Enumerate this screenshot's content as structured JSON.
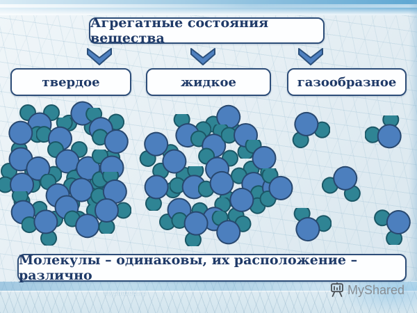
{
  "slide": {
    "title": "Агрегатные состояния вещества",
    "states": [
      {
        "label": "твердое"
      },
      {
        "label": "жидкое"
      },
      {
        "label": "газообразное"
      }
    ],
    "conclusion": "Молекулы – одинаковы, их расположение – различно",
    "footer": {
      "watermark_url": "myshared.ru",
      "brand": "MyShared"
    }
  },
  "colors": {
    "box_border": "#2d4d78",
    "text": "#1f3a68",
    "arrow_fill": "#4f81c0",
    "arrow_stroke": "#2b4f7a",
    "molecule_big_fill": "#4c7fbe",
    "molecule_big_stroke": "#28486f",
    "molecule_small_fill": "#2f8494",
    "molecule_small_stroke": "#1b5766",
    "brand_text": "#878d93"
  },
  "molecules": {
    "solid": [
      [
        57,
        176,
        180
      ],
      [
        118,
        170,
        10
      ],
      [
        33,
        197,
        -40
      ],
      [
        84,
        197,
        150
      ],
      [
        147,
        183,
        200
      ],
      [
        163,
        208,
        60
      ],
      [
        30,
        236,
        0
      ],
      [
        97,
        229,
        180
      ],
      [
        57,
        249,
        -25
      ],
      [
        126,
        249,
        10
      ],
      [
        156,
        243,
        90
      ],
      [
        28,
        271,
        45
      ],
      [
        84,
        278,
        190
      ],
      [
        118,
        280,
        -10
      ],
      [
        161,
        275,
        120
      ],
      [
        36,
        303,
        215
      ],
      [
        96,
        305,
        0
      ],
      [
        63,
        325,
        35
      ],
      [
        124,
        322,
        160
      ],
      [
        157,
        308,
        -45
      ]
    ],
    "liquid": [
      [
        327,
        175,
        20
      ],
      [
        272,
        192,
        205
      ],
      [
        226,
        214,
        -15
      ],
      [
        306,
        207,
        160
      ],
      [
        350,
        200,
        45
      ],
      [
        375,
        229,
        95
      ],
      [
        250,
        239,
        10
      ],
      [
        313,
        240,
        185
      ],
      [
        228,
        275,
        -35
      ],
      [
        276,
        267,
        140
      ],
      [
        317,
        270,
        25
      ],
      [
        360,
        268,
        75
      ],
      [
        390,
        270,
        115
      ],
      [
        258,
        309,
        0
      ],
      [
        307,
        312,
        165
      ],
      [
        350,
        294,
        -25
      ],
      [
        278,
        326,
        55
      ],
      [
        330,
        331,
        195
      ]
    ],
    "gas": [
      [
        443,
        185,
        -25
      ],
      [
        557,
        194,
        140
      ],
      [
        495,
        263,
        20
      ],
      [
        399,
        272,
        95
      ],
      [
        445,
        327,
        205
      ],
      [
        569,
        324,
        60
      ]
    ]
  }
}
